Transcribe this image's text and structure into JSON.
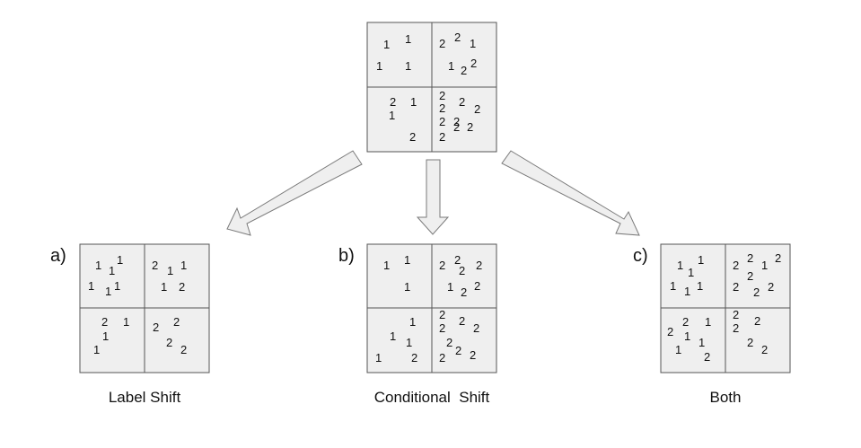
{
  "diagram": {
    "source": {
      "points": {
        "tl": [
          "1",
          "1",
          "1",
          "1"
        ],
        "tr": [
          "2",
          "2",
          "1",
          "1",
          "2",
          "2"
        ],
        "bl": [
          "2",
          "1",
          "1",
          "2"
        ],
        "br": [
          "2",
          "2",
          "2",
          "2",
          "2",
          "2",
          "2",
          "2",
          "2"
        ]
      }
    },
    "panels": [
      {
        "id": "a",
        "letter": "a)",
        "caption": "Label Shift",
        "points": {
          "tl": [
            "1",
            "1",
            "1",
            "1",
            "1",
            "1"
          ],
          "tr": [
            "2",
            "1",
            "1",
            "1",
            "2"
          ],
          "bl": [
            "2",
            "1",
            "1",
            "1"
          ],
          "br": [
            "2",
            "2",
            "2",
            "2"
          ]
        }
      },
      {
        "id": "b",
        "letter": "b)",
        "caption": "Conditional  Shift",
        "points": {
          "tl": [
            "1",
            "1",
            "1"
          ],
          "tr": [
            "2",
            "2",
            "2",
            "2",
            "1",
            "2",
            "2"
          ],
          "bl": [
            "1",
            "1",
            "1",
            "1",
            "2"
          ],
          "br": [
            "2",
            "2",
            "2",
            "2",
            "2",
            "2",
            "2",
            "2"
          ]
        }
      },
      {
        "id": "c",
        "letter": "c)",
        "caption": "Both",
        "points": {
          "tl": [
            "1",
            "1",
            "1",
            "1",
            "1",
            "1"
          ],
          "tr": [
            "2",
            "2",
            "1",
            "2",
            "2",
            "2",
            "2",
            "2"
          ],
          "bl": [
            "2",
            "1",
            "2",
            "1",
            "1",
            "1",
            "2"
          ],
          "br": [
            "2",
            "2",
            "2",
            "2",
            "2"
          ]
        }
      }
    ]
  }
}
